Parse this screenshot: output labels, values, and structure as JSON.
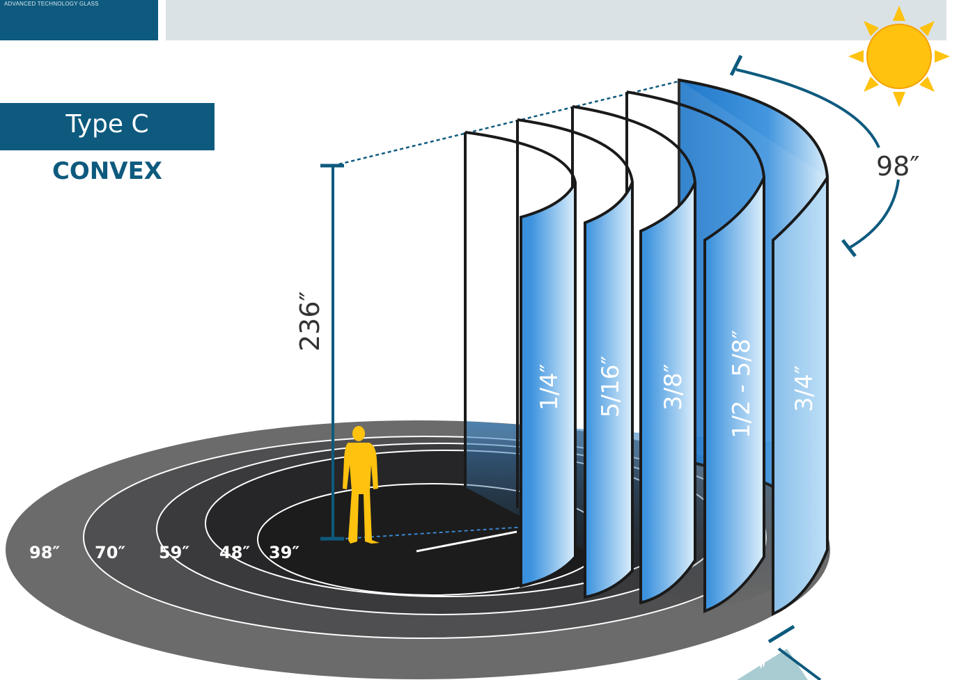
{
  "brand": {
    "tagline": "ADVANCED TECHNOLOGY GLASS"
  },
  "heading": {
    "type": "Type C",
    "shape": "CONVEX"
  },
  "dimensions": {
    "height": "236″",
    "arc_length": "98″",
    "corner_badge": "″"
  },
  "rings": [
    "98″",
    "70″",
    "59″",
    "48″",
    "39″"
  ],
  "thicknesses": [
    "1/4″",
    "5/16″",
    "3/8″",
    "1/2 - 5/8″",
    "3/4″"
  ],
  "colors": {
    "brand": "#0e5a7e",
    "header": "#dbe2e5",
    "glass": "#2f86d6",
    "sun": "#ffc20e",
    "figure": "#ffc20e"
  },
  "icons": {
    "sun": "sun-icon",
    "person": "person-silhouette-icon"
  }
}
